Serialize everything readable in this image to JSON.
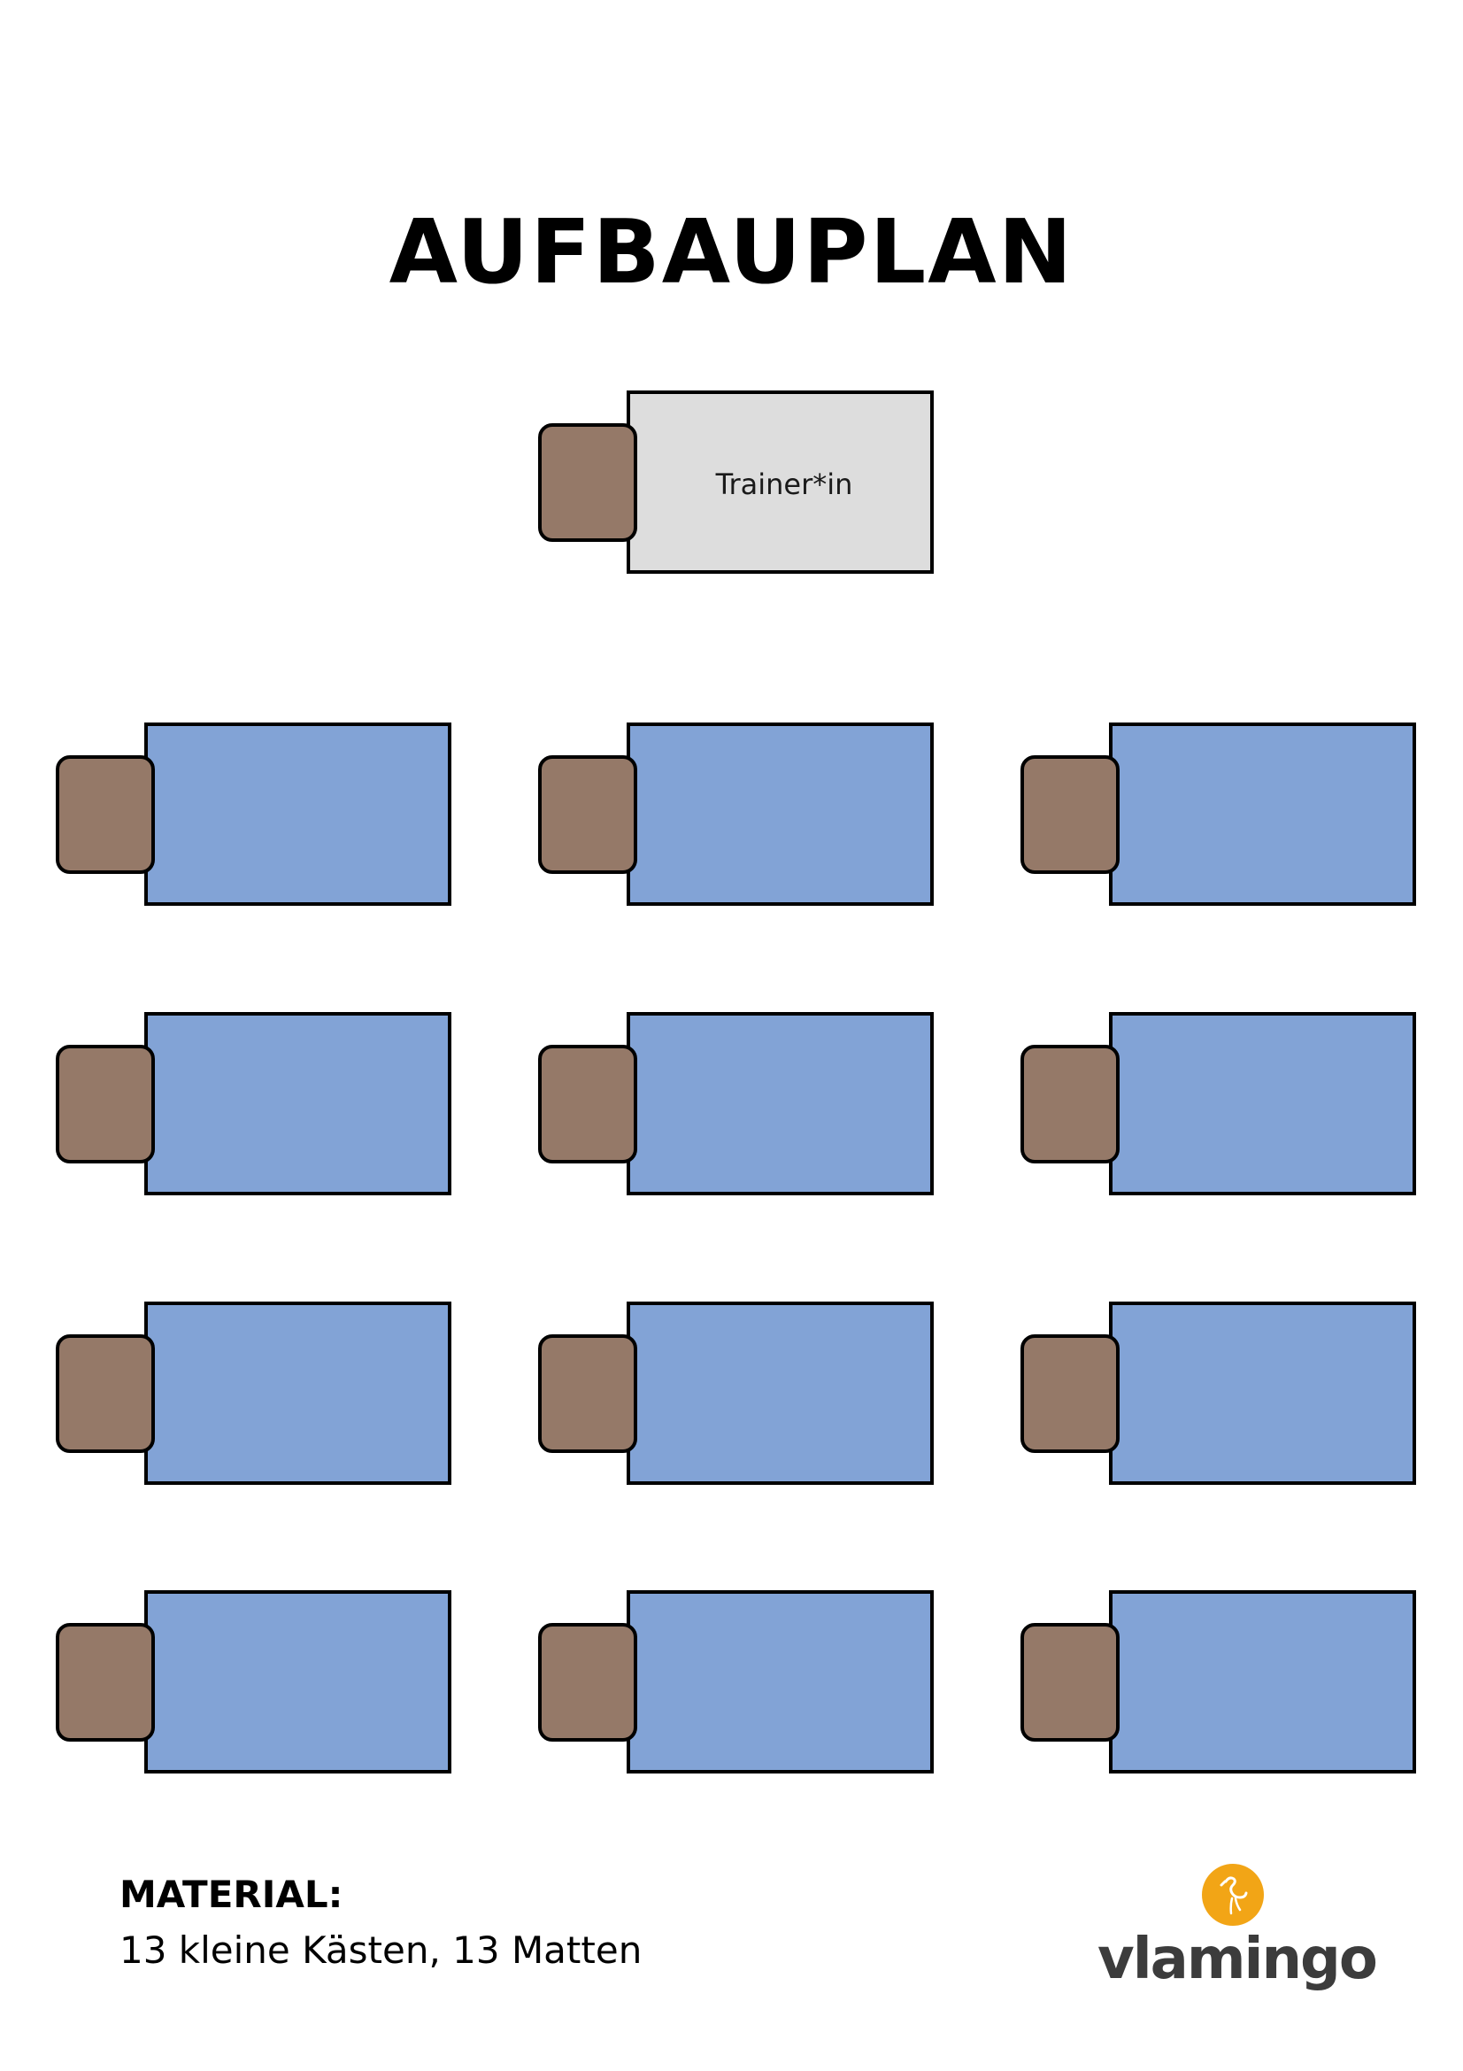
{
  "title": "AUFBAUPLAN",
  "trainer_label": "Trainer*in",
  "material": {
    "heading": "MATERIAL:",
    "items": "13 kleine Kästen, 13 Matten"
  },
  "logo": {
    "text": "vlamingo",
    "icon": "flamingo-icon"
  },
  "colors": {
    "mat_student": "#82A3D6",
    "mat_trainer": "#DDDDDD",
    "box": "#957968",
    "logo_accent": "#F2A516",
    "logo_text": "#3C3C3C"
  },
  "layout_grid": {
    "rows": 4,
    "columns": 3
  }
}
